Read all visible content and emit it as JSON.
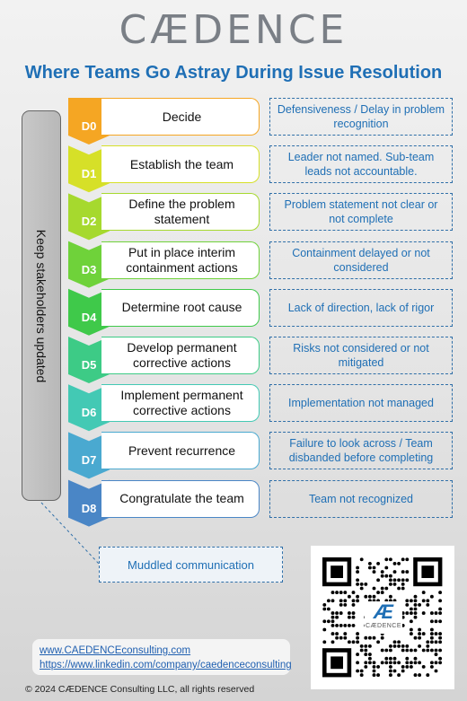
{
  "logo_text": "CÆDENCE",
  "title": "Where Teams Go Astray During Issue Resolution",
  "sidebar_label": "Keep stakeholders updated",
  "steps": [
    {
      "code": "D0",
      "label": "Decide",
      "issue": "Defensiveness / Delay in problem recognition",
      "color": "#f5a623"
    },
    {
      "code": "D1",
      "label": "Establish the team",
      "issue": "Leader not named. Sub-team leads not accountable.",
      "color": "#d6e028"
    },
    {
      "code": "D2",
      "label": "Define the problem statement",
      "issue": "Problem statement not clear or not complete",
      "color": "#a6d92e"
    },
    {
      "code": "D3",
      "label": "Put in place interim containment actions",
      "issue": "Containment delayed or not considered",
      "color": "#6fd23a"
    },
    {
      "code": "D4",
      "label": "Determine root cause",
      "issue": "Lack of direction, lack of rigor",
      "color": "#3fc94a"
    },
    {
      "code": "D5",
      "label": "Develop permanent corrective actions",
      "issue": "Risks not considered or not mitigated",
      "color": "#3dcb86"
    },
    {
      "code": "D6",
      "label": "Implement permanent corrective actions",
      "issue": "Implementation not managed",
      "color": "#43c9b4"
    },
    {
      "code": "D7",
      "label": "Prevent recurrence",
      "issue": "Failure to look across / Team disbanded before completing",
      "color": "#4aa9d0"
    },
    {
      "code": "D8",
      "label": "Congratulate the team",
      "issue": "Team not recognized",
      "color": "#4a86c6"
    }
  ],
  "muddled": "Muddled communication",
  "links": [
    "www.CAEDENCEconsulting.com",
    "https://www.linkedin.com/company/caedenceconsulting"
  ],
  "qr_logo": "Æ",
  "qr_name": "CÆDENCE",
  "copyright": "© 2024 CÆDENCE Consulting LLC, all rights reserved"
}
